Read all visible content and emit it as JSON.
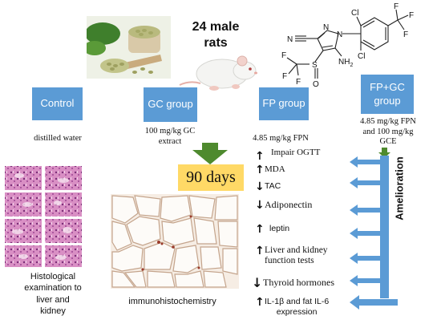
{
  "header": {
    "title_line1": "24 male",
    "title_line2": "rats"
  },
  "structure_labels": {
    "cl_top": "Cl",
    "cf3_top": "F",
    "n_ring1": "N",
    "n_ring2": "N",
    "nc": "N",
    "nh2": "NH",
    "nh2_sub": "2",
    "cl_bottom": "Cl",
    "cf3_left": "F",
    "s": "S",
    "o": "O"
  },
  "groups": {
    "control": {
      "label": "Control",
      "treatment": "distilled water"
    },
    "gc": {
      "label": "GC group",
      "treatment_line1": "100 mg/kg GC",
      "treatment_line2": "extract"
    },
    "fp": {
      "label": "FP group",
      "treatment": "4.85 mg/kg FPN"
    },
    "fpgc": {
      "label_line1": "FP+GC",
      "label_line2": "group",
      "treatment_line1": "4.85 mg/kg FPN",
      "treatment_line2": "and 100 mg/kg",
      "treatment_line3": "GCE"
    }
  },
  "duration": "90 days",
  "effects": [
    {
      "arrow": "↑",
      "text": "Impair OGTT",
      "sans": false
    },
    {
      "arrow": "↑",
      "text": "MDA",
      "sans": false
    },
    {
      "arrow": "↓",
      "text": "TAC",
      "sans": true
    },
    {
      "arrow": "↓",
      "text": "Adiponectin",
      "sans": false
    },
    {
      "arrow": "↑",
      "text": "leptin",
      "sans": true
    },
    {
      "arrow": "↑",
      "text": "Liver and kidney",
      "sans": false,
      "text2": "function tests"
    },
    {
      "arrow": "↓",
      "text": "Thyroid hormones",
      "sans": false
    },
    {
      "arrow": "↑",
      "text": "IL-1β and fat IL-6",
      "sans": true,
      "text2": "expression"
    }
  ],
  "amelioration": "Amelioration",
  "captions": {
    "histology_line1": "Histological",
    "histology_line2": "examination to",
    "histology_line3": "liver and",
    "histology_line4": "kidney",
    "immuno": "immunohistochemistry"
  },
  "colors": {
    "box_blue": "#5b9bd5",
    "arrow_green": "#4e8a2e",
    "days_yellow": "#ffd966",
    "histo_pink": "#c46aa8"
  },
  "icons": [
    "green-coffee-photo",
    "rat-photo",
    "fipronil-structure",
    "histology-micrographs",
    "adipose-tissue-micrograph",
    "amelioration-arrows"
  ]
}
